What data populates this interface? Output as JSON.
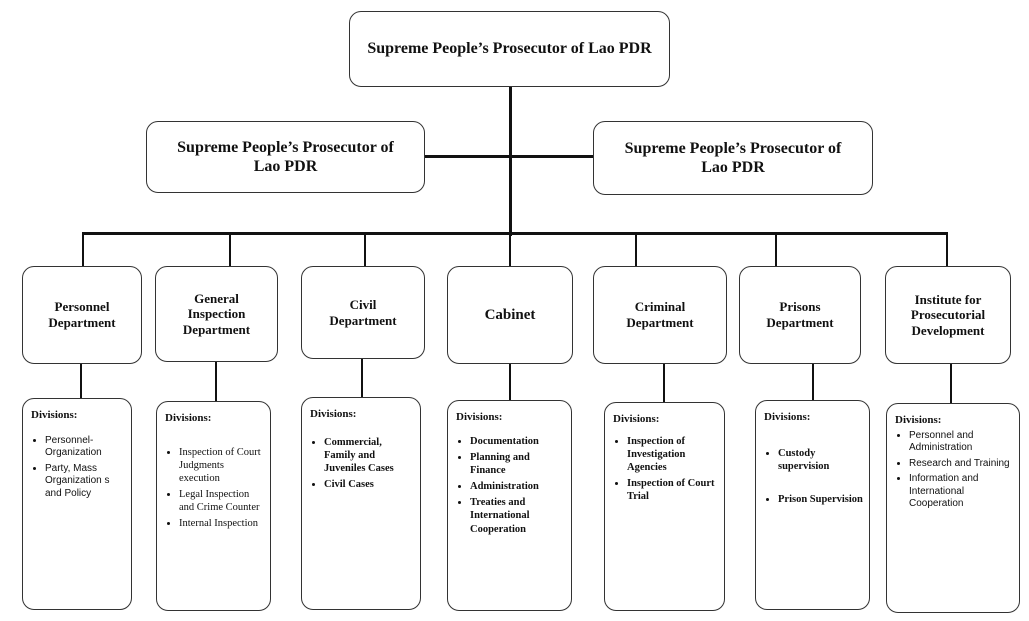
{
  "top": {
    "title": "Supreme People’s Prosecutor of Lao PDR"
  },
  "deputies": [
    {
      "title": "Supreme People’s Prosecutor of Lao PDR"
    },
    {
      "title": "Supreme People’s Prosecutor of Lao PDR"
    }
  ],
  "divisions_label": "Divisions:",
  "departments": [
    {
      "title": "Personnel Department",
      "items": [
        "Personnel-Organization",
        "Party, Mass Organization s and Policy"
      ]
    },
    {
      "title": "General Inspection Department",
      "items": [
        "Inspection of Court Judgments execution",
        "Legal Inspection and Crime Counter",
        "Internal Inspection"
      ]
    },
    {
      "title": "Civil Department",
      "items": [
        "Commercial, Family and Juveniles Cases",
        "Civil Cases"
      ]
    },
    {
      "title": "Cabinet",
      "items": [
        "Documentation",
        "Planning and Finance",
        "Administration",
        "Treaties and International Cooperation"
      ]
    },
    {
      "title": "Criminal Department",
      "items": [
        "Inspection of Investigation Agencies",
        "Inspection of Court Trial"
      ]
    },
    {
      "title": "Prisons Department",
      "items": [
        "Custody supervision",
        "Prison Supervision"
      ]
    },
    {
      "title": "Institute for Prosecutorial Development",
      "items": [
        "Personnel and Administration",
        "Research and Training",
        "Information and International Cooperation"
      ]
    }
  ]
}
